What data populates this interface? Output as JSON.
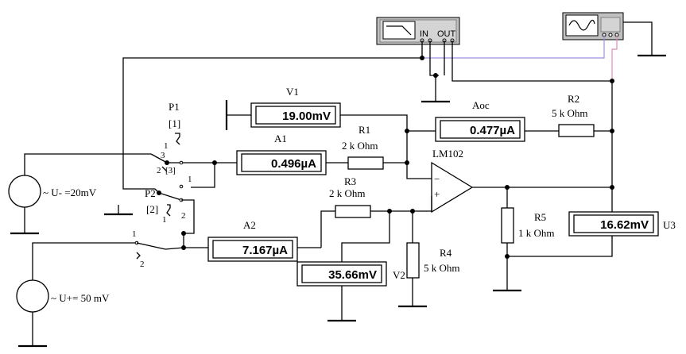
{
  "instruments": {
    "bode_in": "IN",
    "bode_out": "OUT"
  },
  "meters": {
    "v1": {
      "name": "V1",
      "reading": "19.00mV"
    },
    "a1": {
      "name": "A1",
      "reading": "0.496µA"
    },
    "a2": {
      "name": "A2",
      "reading": "7.167µA"
    },
    "aoc": {
      "name": "Aoc",
      "reading": "0.477µA"
    },
    "v2": {
      "name": "V2",
      "reading": "35.66mV"
    },
    "u3": {
      "name": "U3",
      "reading": "16.62mV"
    }
  },
  "resistors": {
    "r1": {
      "name": "R1",
      "value": "2 k Ohm"
    },
    "r2": {
      "name": "R2",
      "value": "5 k Ohm"
    },
    "r3": {
      "name": "R3",
      "value": "2 k Ohm"
    },
    "r4": {
      "name": "R4",
      "value": "5 k Ohm"
    },
    "r5": {
      "name": "R5",
      "value": "1 k Ohm"
    }
  },
  "opamp": {
    "name": "LM102",
    "minus": "−",
    "plus": "+"
  },
  "sources": {
    "u_minus": "~ U- =20mV",
    "u_plus": "~ U+= 50 mV"
  },
  "switches": {
    "p1": {
      "name": "P1",
      "key": "[1]",
      "key2": "[3]",
      "pos1": "1",
      "pos2": "2",
      "pos3": "3",
      "pos_b1": "1"
    },
    "p2": {
      "name": "P2",
      "key": "[2]",
      "pos1": "1",
      "pos2": "2",
      "pos_b2": "2"
    },
    "p3": {
      "pos1": "1",
      "pos2": "2"
    }
  }
}
